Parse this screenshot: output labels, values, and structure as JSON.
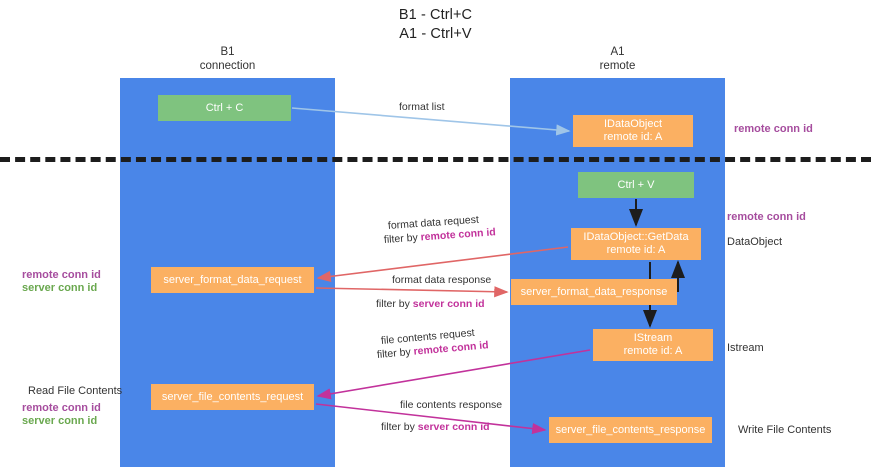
{
  "title": {
    "line1": "B1 - Ctrl+C",
    "line2": "A1 - Ctrl+V"
  },
  "columns": [
    {
      "id": "b1",
      "name": "B1",
      "role": "connection"
    },
    {
      "id": "a1",
      "name": "A1",
      "role": "remote"
    }
  ],
  "nodes": {
    "ctrl_c": {
      "line1": "Ctrl + C",
      "line2": ""
    },
    "idataobject": {
      "line1": "IDataObject",
      "line2": "remote id: A"
    },
    "ctrl_v": {
      "line1": "Ctrl + V",
      "line2": ""
    },
    "getdata": {
      "line1": "IDataObject::GetData",
      "line2": "remote id: A"
    },
    "server_format_data_request": {
      "line1": "server_format_data_request",
      "line2": ""
    },
    "server_format_data_response": {
      "line1": "server_format_data_response",
      "line2": ""
    },
    "istream": {
      "line1": "IStream",
      "line2": "remote id: A"
    },
    "server_file_contents_request": {
      "line1": "server_file_contents_request",
      "line2": ""
    },
    "server_file_contents_response": {
      "line1": "server_file_contents_response",
      "line2": ""
    }
  },
  "side_labels": {
    "remote_conn_id_top": "remote conn id",
    "remote_conn_id_mid": "remote conn id",
    "dataobject": "DataObject",
    "istream": "Istream",
    "write_file_contents": "Write File Contents",
    "left_remote_conn_id_1": "remote conn id",
    "left_server_conn_id_1": "server conn id",
    "read_file_contents": "Read File Contents",
    "left_remote_conn_id_2": "remote conn id",
    "left_server_conn_id_2": "server conn id"
  },
  "edges": {
    "format_list": {
      "label": "format list"
    },
    "format_data_request": {
      "label": "format data request",
      "filter_prefix": "filter by ",
      "filter_key": "remote conn id"
    },
    "format_data_response": {
      "label": "format data response",
      "filter_prefix": "filter by ",
      "filter_key": "server conn id"
    },
    "file_contents_request": {
      "label": "file contents request",
      "filter_prefix": "filter by ",
      "filter_key": "remote conn id"
    },
    "file_contents_response": {
      "label": "file contents response",
      "filter_prefix": "filter by ",
      "filter_key": "server conn id"
    }
  },
  "colors": {
    "lane_blue": "#4a86e8",
    "node_green": "#7fc37f",
    "node_orange": "#fbb062",
    "arrow_light_blue": "#9fc5e8",
    "arrow_red": "#e06666",
    "arrow_magenta": "#c2329b",
    "arrow_dark": "#1d1d1d",
    "text_magenta": "#a64d9e",
    "text_green": "#6aa84f"
  }
}
